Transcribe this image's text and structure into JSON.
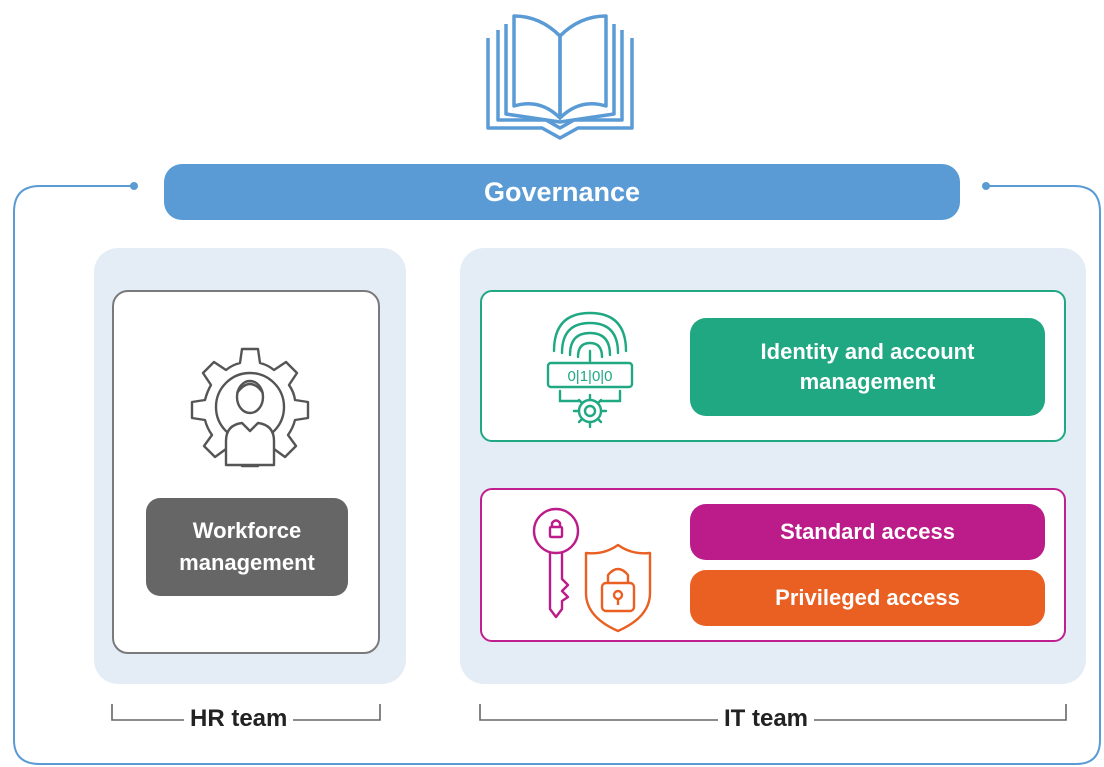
{
  "governance": {
    "label": "Governance"
  },
  "hr": {
    "workforce_label_line1": "Workforce",
    "workforce_label_line2": "management",
    "team_label": "HR team"
  },
  "it": {
    "identity_line1": "Identity and account",
    "identity_line2": "management",
    "standard_access": "Standard access",
    "privileged_access": "Privileged access",
    "team_label": "IT team",
    "binary_text": "0|1|0|0"
  },
  "icons": {
    "top": "book-icon",
    "hr": "gear-person-icon",
    "identity": "fingerprint-gear-icon",
    "access": "key-shield-lock-icon"
  },
  "colors": {
    "governance": "#5b9bd5",
    "panel_bg": "#e4edf6",
    "workforce": "#666666",
    "identity": "#1fa882",
    "standard": "#bb1c8a",
    "privileged": "#ea5f22"
  }
}
